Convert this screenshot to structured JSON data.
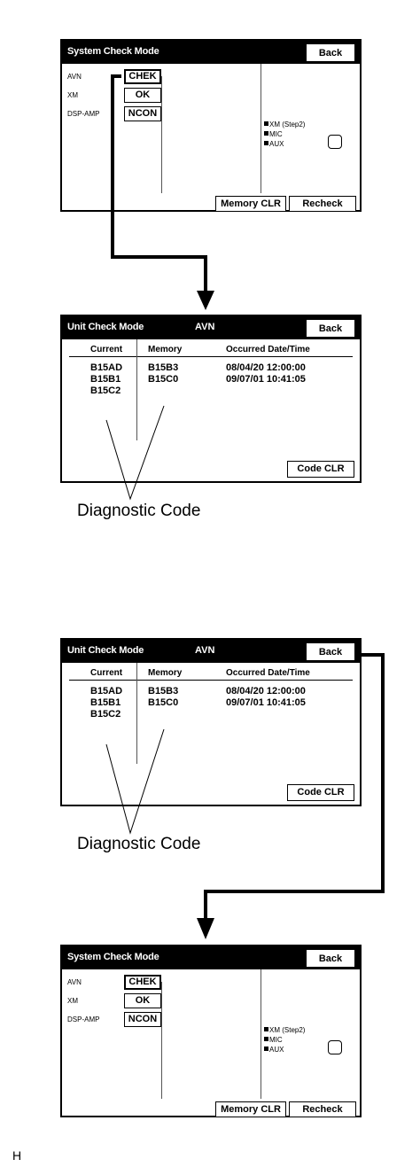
{
  "system_screen": {
    "title": "System Check Mode",
    "back_label": "Back",
    "rows": [
      {
        "label": "AVN",
        "status": "CHEK"
      },
      {
        "label": "XM",
        "status": "OK"
      },
      {
        "label": "DSP-AMP",
        "status": "NCON"
      }
    ],
    "legend": [
      "XM (Step2)",
      "MIC",
      "AUX"
    ],
    "memory_clr_label": "Memory CLR",
    "recheck_label": "Recheck"
  },
  "unit_screen": {
    "title": "Unit Check Mode",
    "subtitle": "AVN",
    "back_label": "Back",
    "headers": {
      "current": "Current",
      "memory": "Memory",
      "occurred": "Occurred Date/Time"
    },
    "current": [
      "B15AD",
      "B15B1",
      "B15C2"
    ],
    "memory": [
      "B15B3",
      "B15C0"
    ],
    "occurred": [
      "08/04/20  12:00:00",
      "09/07/01  10:41:05"
    ],
    "code_clr_label": "Code CLR"
  },
  "diagnostic_label": "Diagnostic Code",
  "figure_mark": "H"
}
